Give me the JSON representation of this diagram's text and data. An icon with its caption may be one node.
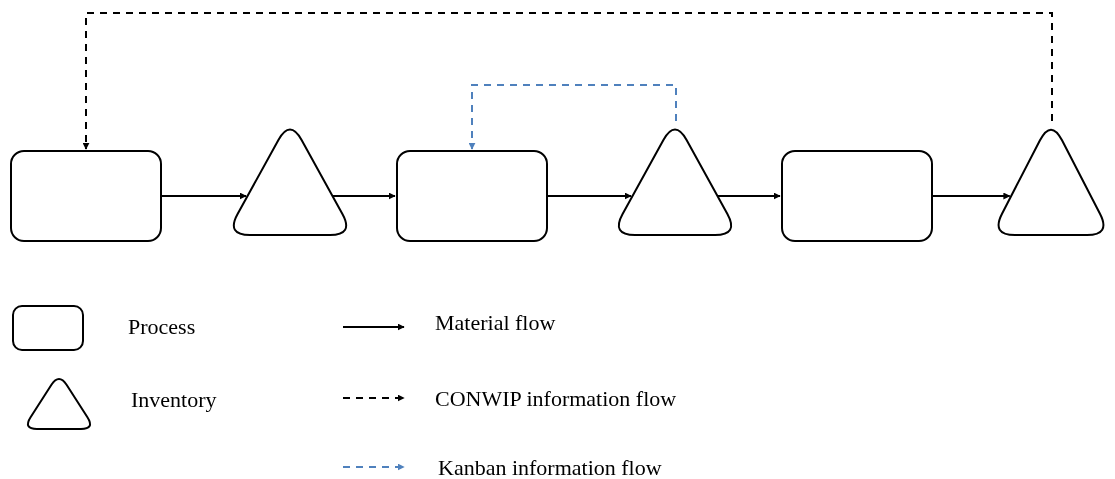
{
  "diagram": {
    "nodes": [
      {
        "text": [],
        "shape": "box"
      },
      {
        "text": [],
        "shape": "triangle"
      },
      {
        "text": [],
        "shape": "box"
      },
      {
        "text": [],
        "shape": "triangle"
      },
      {
        "text": [],
        "shape": "box"
      },
      {
        "text": [],
        "shape": "triangle"
      }
    ],
    "edges": [
      {
        "from": 0,
        "to": 1,
        "arrow": "to"
      },
      {
        "from": 1,
        "to": 2,
        "arrow": "to"
      },
      {
        "from": 2,
        "to": 3,
        "arrow": "to"
      },
      {
        "from": 3,
        "to": 4,
        "arrow": "to"
      },
      {
        "from": 4,
        "to": 5,
        "arrow": "to"
      },
      {
        "from": 5,
        "to": 0,
        "arrow": "to",
        "style": "dashed"
      },
      {
        "from": 3,
        "to": 2,
        "arrow": "to",
        "style": "dashed",
        "color": "#4f81bd"
      }
    ],
    "legend": [
      {
        "text": "Process"
      },
      {
        "text": "Inventory"
      },
      {
        "text": "Material flow"
      },
      {
        "text": "CONWIP information flow"
      },
      {
        "text": "Kanban information flow"
      }
    ]
  }
}
